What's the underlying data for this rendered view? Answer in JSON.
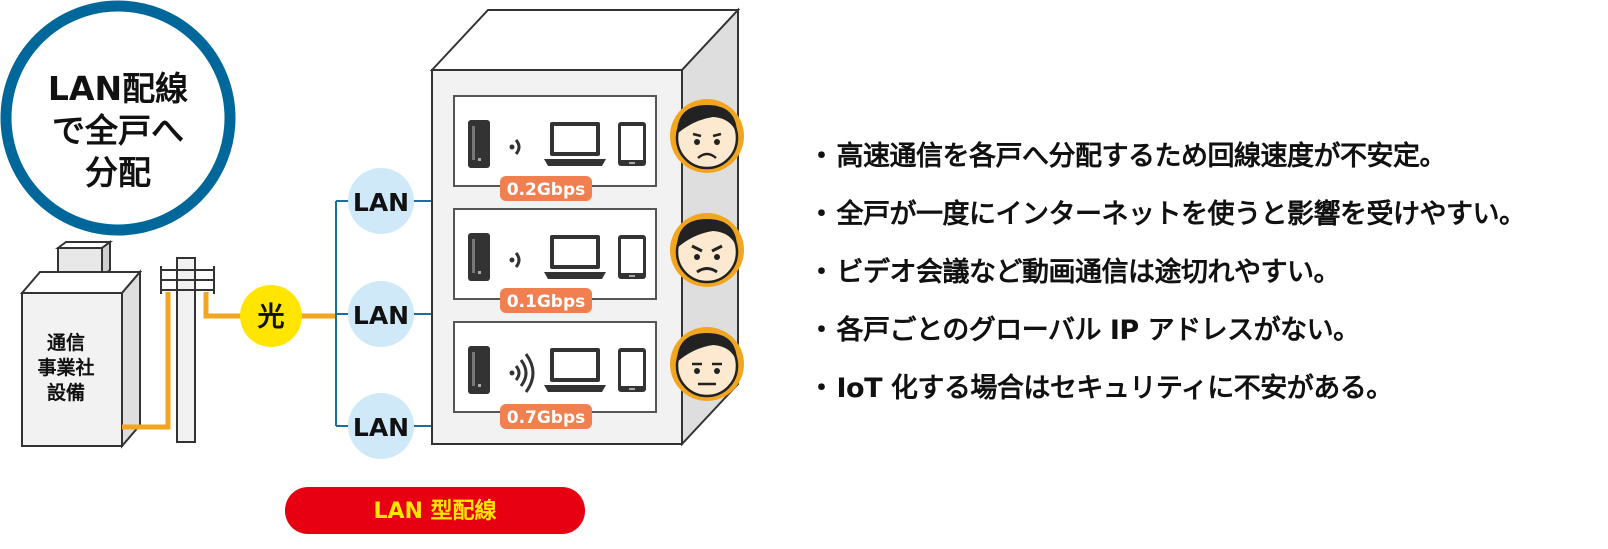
{
  "title_badge": {
    "lines": [
      "LAN配線",
      "で全戸へ",
      "分配"
    ]
  },
  "facility_label": [
    "通信",
    "事業社",
    "設備"
  ],
  "fiber_label": "光",
  "lan_labels": [
    "LAN",
    "LAN",
    "LAN"
  ],
  "speeds": [
    "0.2Gbps",
    "0.1Gbps",
    "0.7Gbps"
  ],
  "faces": [
    "sad-face-icon",
    "angry-face-icon",
    "neutral-face-icon"
  ],
  "wiring_type_label": "LAN 型配線",
  "bullets": [
    "高速通信を各戸へ分配するため回線速度が不安定。",
    "全戸が一度にインターネットを使うと影響を受けやすい。",
    "ビデオ会議など動画通信は途切れやすい。",
    "各戸ごとのグローバル IP アドレスがない。",
    "IoT 化する場合はセキュリティに不安がある。"
  ],
  "colors": {
    "badge_ring": "#00679a",
    "fiber": "#f2a51e",
    "fiber_node": "#ffe500",
    "lan_node": "#cfe9f8",
    "lan_line": "#1a6fa0",
    "speed_tag": "#f08050",
    "face_ring": "#f2a51e",
    "face_skin": "#fde9cf",
    "building_fill": "#f2f2f2",
    "wiring_button": "#e60012",
    "wiring_text": "#ffe500"
  }
}
